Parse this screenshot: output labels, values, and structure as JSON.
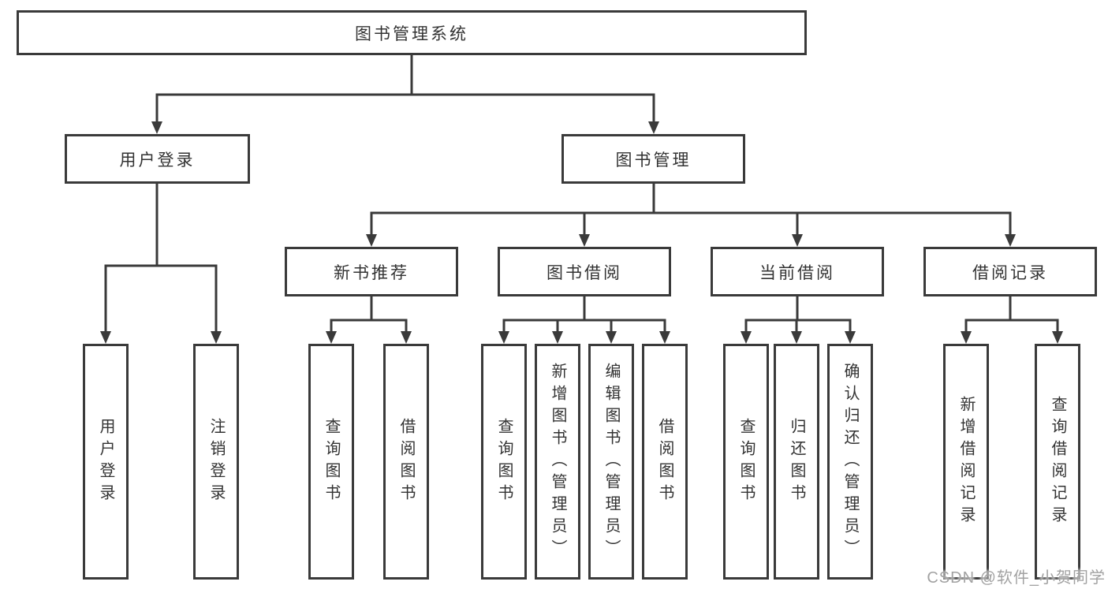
{
  "diagram": {
    "nodes": {
      "root": "图书管理系统",
      "user_login": "用户登录",
      "book_management": "图书管理",
      "new_book_recommend": "新书推荐",
      "book_borrow": "图书借阅",
      "current_borrow": "当前借阅",
      "borrow_record": "借阅记录",
      "leaf_user_login": "用户登录",
      "leaf_logout": "注销登录",
      "leaf_query_book_1": "查询图书",
      "leaf_borrow_book_1": "借阅图书",
      "leaf_query_book_2": "查询图书",
      "leaf_add_book_admin": "新增图书（管理员）",
      "leaf_edit_book_admin": "编辑图书（管理员）",
      "leaf_borrow_book_2": "借阅图书",
      "leaf_query_book_3": "查询图书",
      "leaf_return_book": "归还图书",
      "leaf_confirm_return_admin": "确认归还（管理员）",
      "leaf_add_borrow_record": "新增借阅记录",
      "leaf_query_borrow_record": "查询借阅记录"
    },
    "watermark": "CSDN @软件_小贺同学",
    "colors": {
      "line": "#3a3a3a",
      "text": "#333333",
      "watermark": "#a2a2a2",
      "background": "#ffffff"
    }
  }
}
